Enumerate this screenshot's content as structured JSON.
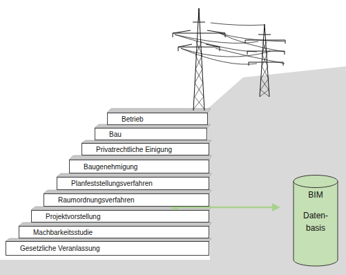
{
  "diagram": {
    "nodes": [
      {
        "text": [
          "Betrieb"
        ]
      },
      {
        "text": [
          "Bau"
        ]
      },
      {
        "text": [
          "Privatrechtliche Einigung"
        ]
      },
      {
        "text": [
          "Baugenehmigung"
        ]
      },
      {
        "text": [
          "Planfeststellungsverfahren"
        ]
      },
      {
        "text": [
          "Raumordnungsverfahren"
        ]
      },
      {
        "text": [
          "Projektvorstellung"
        ]
      },
      {
        "text": [
          "Machbarkeitsstudie"
        ]
      },
      {
        "text": [
          "Gesetzliche Veranlassung"
        ]
      },
      {
        "text": [
          "BIM",
          "Daten- basis"
        ]
      }
    ]
  }
}
